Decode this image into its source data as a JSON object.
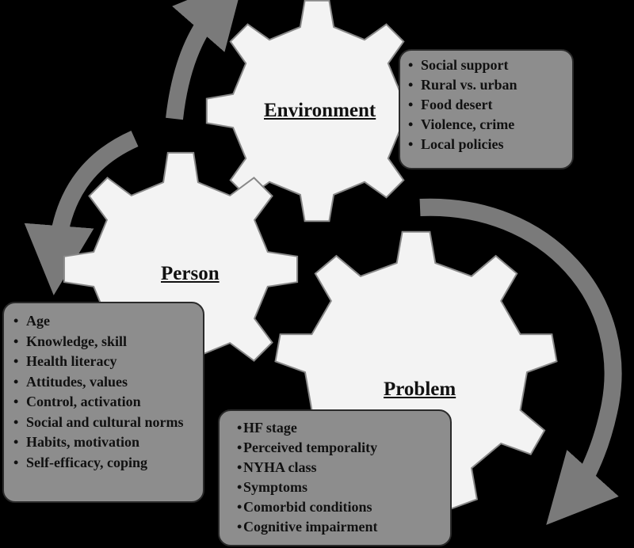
{
  "gears": {
    "environment": {
      "label": "Environment"
    },
    "person": {
      "label": "Person"
    },
    "problem": {
      "label": "Problem"
    }
  },
  "boxes": {
    "environment": {
      "items": [
        "Social support",
        "Rural vs. urban",
        "Food desert",
        "Violence, crime",
        "Local policies"
      ]
    },
    "person": {
      "items": [
        "Age",
        "Knowledge, skill",
        "Health literacy",
        "Attitudes, values",
        "Control, activation",
        "Social and cultural norms",
        "Habits, motivation",
        "Self-efficacy, coping"
      ]
    },
    "problem": {
      "items": [
        "HF stage",
        "Perceived temporality",
        "NYHA class",
        "Symptoms",
        "Comorbid conditions",
        "Cognitive impairment"
      ]
    }
  },
  "colors": {
    "background": "#000000",
    "gear_fill": "#f3f3f3",
    "box_fill": "#8d8d8d",
    "arrow": "#7a7a7a"
  }
}
